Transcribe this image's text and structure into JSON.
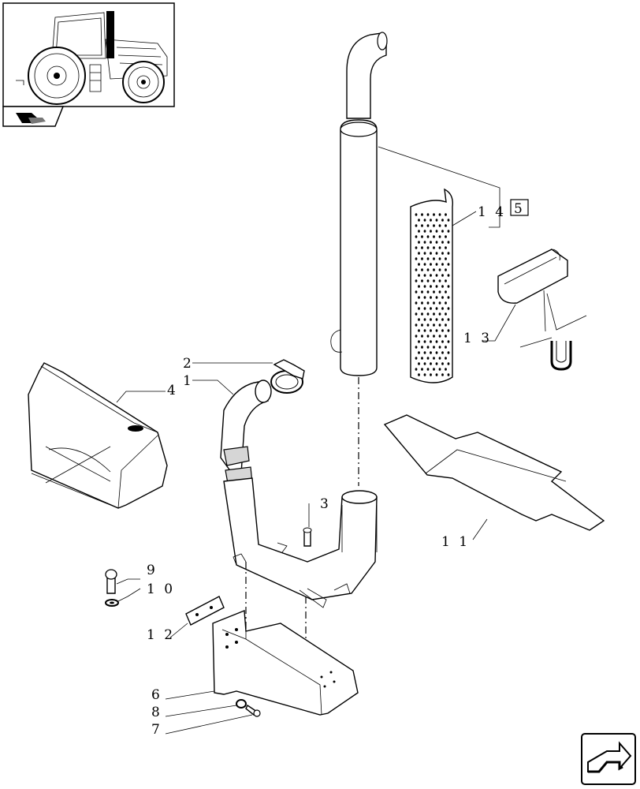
{
  "callouts": {
    "c1": "1",
    "c2": "2",
    "c3": "3",
    "c4": "4",
    "c6": "6",
    "c7": "7",
    "c8": "8",
    "c9": "9",
    "c10": "1 0",
    "c11": "1 1",
    "c12": "1 2",
    "c13": "1 3",
    "c14": "1 4",
    "ref_box": "5"
  },
  "icons": {
    "thumbnail": "tractor-thumbnail-icon",
    "section_badge": "section-badge-icon",
    "next_page": "next-page-arrow-icon"
  }
}
